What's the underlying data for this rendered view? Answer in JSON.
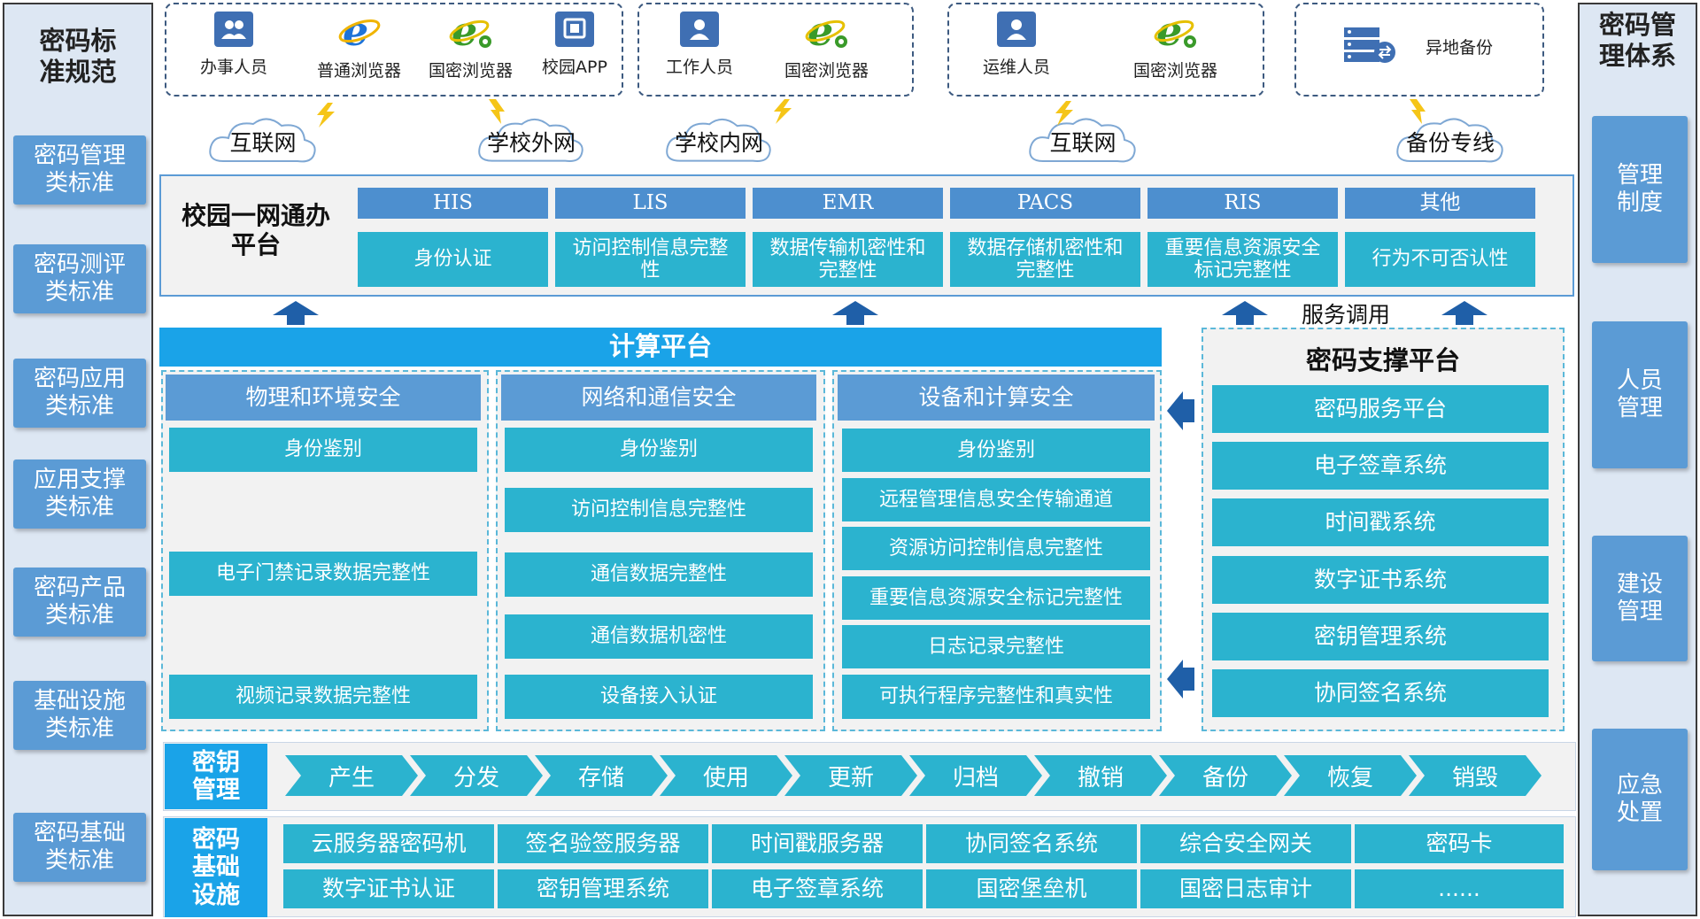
{
  "left_panel": {
    "title": "密码标\n准规范",
    "items": [
      "密码管理\n类标准",
      "密码测评\n类标准",
      "密码应用\n类标准",
      "应用支撑\n类标准",
      "密码产品\n类标准",
      "基础设施\n类标准",
      "密码基础\n类标准"
    ]
  },
  "right_panel": {
    "title": "密码管\n理体系",
    "items": [
      "管理\n制度",
      "人员\n管理",
      "建设\n管理",
      "应急\n处置"
    ]
  },
  "user_groups": [
    {
      "users": [
        "办事人员",
        "普通浏览器",
        "国密浏览器",
        "校园APP"
      ]
    },
    {
      "users": [
        "工作人员",
        "国密浏览器"
      ]
    },
    {
      "users": [
        "运维人员",
        "国密浏览器"
      ]
    },
    {
      "users": [
        "异地备份"
      ]
    }
  ],
  "networks": [
    "互联网",
    "学校外网",
    "学校内网",
    "互联网",
    "备份专线"
  ],
  "campus_platform": {
    "title": "校园一网通办\n平台",
    "systems": [
      "HIS",
      "LIS",
      "EMR",
      "PACS",
      "RIS",
      "其他"
    ],
    "capabilities": [
      "身份认证",
      "访问控制信息完整\n性",
      "数据传输机密性和\n完整性",
      "数据存储机密性和\n完整性",
      "重要信息资源安全\n标记完整性",
      "行为不可否认性"
    ]
  },
  "service_call_label": "服务调用",
  "computing_platform": {
    "title": "计算平台",
    "columns": [
      {
        "title": "物理和环境安全",
        "items": [
          "身份鉴别",
          "电子门禁记录数据完整性",
          "视频记录数据完整性"
        ]
      },
      {
        "title": "网络和通信安全",
        "items": [
          "身份鉴别",
          "访问控制信息完整性",
          "通信数据完整性",
          "通信数据机密性",
          "设备接入认证"
        ]
      },
      {
        "title": "设备和计算安全",
        "items": [
          "身份鉴别",
          "远程管理信息安全传输通道",
          "资源访问控制信息完整性",
          "重要信息资源安全标记完整性",
          "日志记录完整性",
          "可执行程序完整性和真实性"
        ]
      }
    ]
  },
  "crypto_support": {
    "title": "密码支撑平台",
    "items": [
      "密码服务平台",
      "电子签章系统",
      "时间戳系统",
      "数字证书系统",
      "密钥管理系统",
      "协同签名系统"
    ]
  },
  "key_management": {
    "label": "密钥\n管理",
    "stages": [
      "产生",
      "分发",
      "存储",
      "使用",
      "更新",
      "归档",
      "撤销",
      "备份",
      "恢复",
      "销毁"
    ]
  },
  "crypto_infra": {
    "label": "密码\n基础\n设施",
    "row1": [
      "云服务器密码机",
      "签名验签服务器",
      "时间戳服务器",
      "协同签名系统",
      "综合安全网关",
      "密码卡"
    ],
    "row2": [
      "数字证书认证",
      "密钥管理系统",
      "电子签章系统",
      "国密堡垒机",
      "国密日志审计",
      "......"
    ]
  },
  "colors": {
    "teal": "#2bb3cf",
    "blue": "#5b9bd5",
    "bar": "#1aa3e8",
    "dark_arrow": "#1f5fa8"
  }
}
